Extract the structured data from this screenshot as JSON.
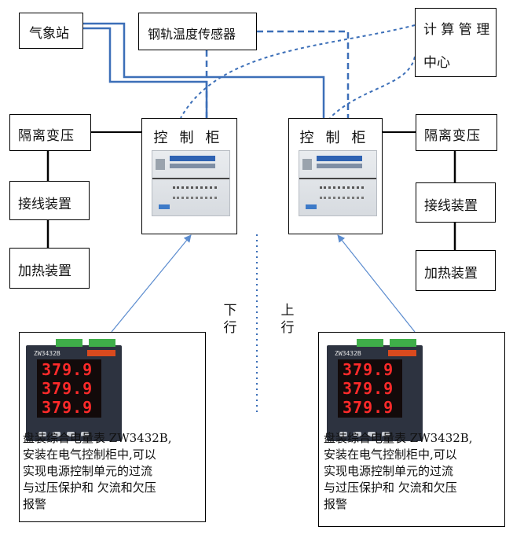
{
  "weather_station": "气象站",
  "rail_temp_sensor": "钢轨温度传感器",
  "computing_center": [
    "计 算 管 理",
    "中心"
  ],
  "control_cabinet": "控制柜",
  "isolation_transformer": "隔离变压",
  "wiring_device": "接线装置",
  "heating_device": "加热装置",
  "down_line": [
    "下",
    "行"
  ],
  "up_line": [
    "上",
    "行"
  ],
  "meter": {
    "model": "ZW3432B",
    "readings": [
      "379.9",
      "379.9",
      "379.9"
    ]
  },
  "meter_description": [
    "盘装综合电量表 ZW3432B,",
    "安装在电气控制柜中,可以",
    "实现电源控制单元的过流",
    "与过压保护和 欠流和欠压",
    "报警"
  ],
  "colors": {
    "wire_blue": "#3c6fb8",
    "dashed_blue": "#3c6fb8",
    "arrow_blue": "#5b8ccf",
    "meter_digits": "#ff2a2a"
  }
}
